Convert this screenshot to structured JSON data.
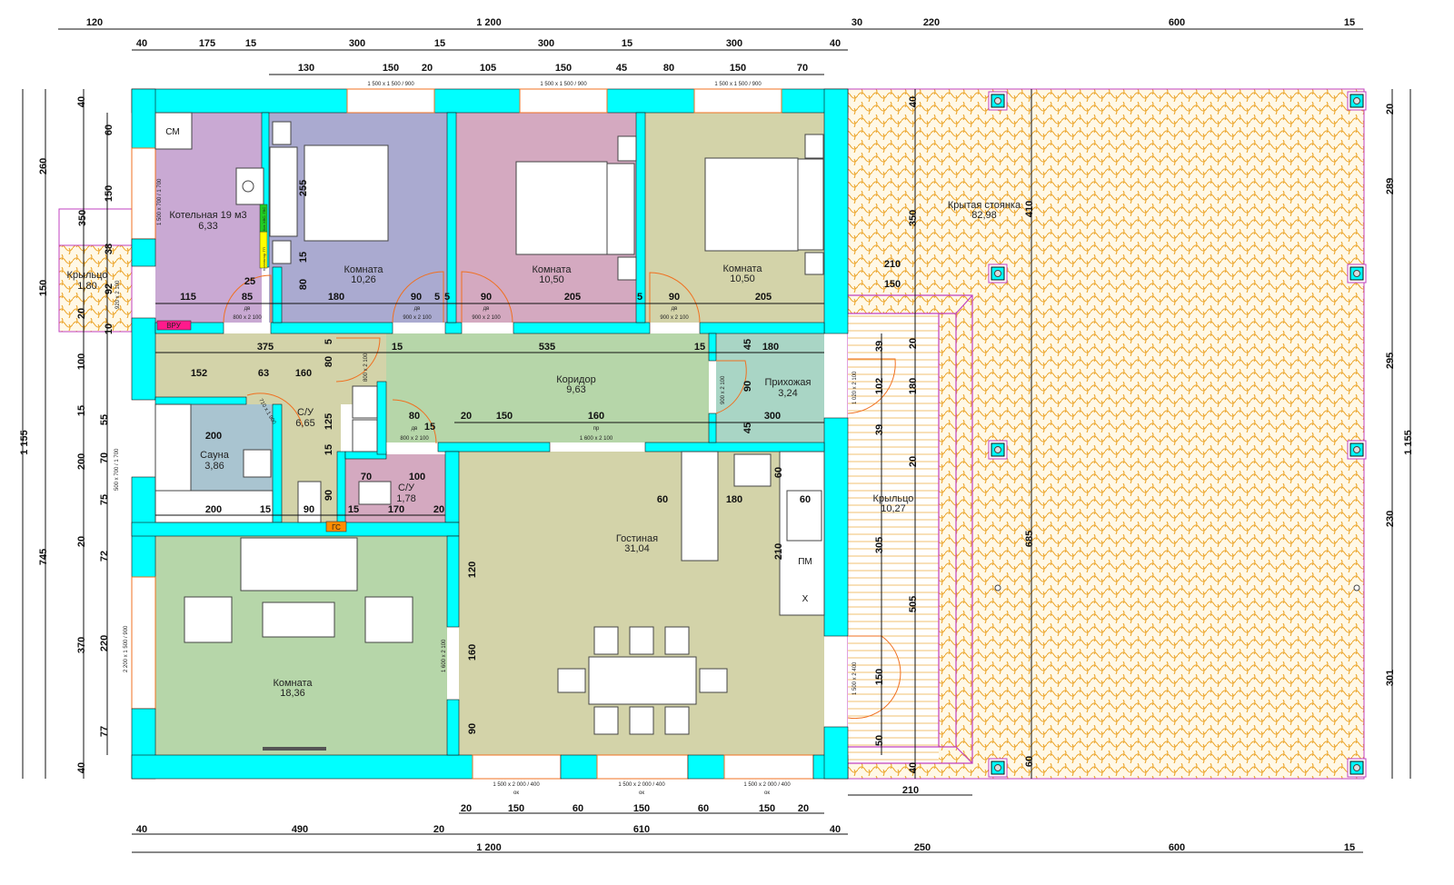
{
  "rooms": [
    {
      "name": "Котельная 19 м3",
      "area": "6,33"
    },
    {
      "name": "Комната",
      "area": "10,26"
    },
    {
      "name": "Комната",
      "area": "10,50"
    },
    {
      "name": "Комната",
      "area": "10,50"
    },
    {
      "name": "Коридор",
      "area": "9,63"
    },
    {
      "name": "Прихожая",
      "area": "3,24"
    },
    {
      "name": "С/У",
      "area": "6,65"
    },
    {
      "name": "Сауна",
      "area": "3,86"
    },
    {
      "name": "С/У",
      "area": "1,78"
    },
    {
      "name": "Комната",
      "area": "18,36"
    },
    {
      "name": "Гостиная",
      "area": "31,04"
    },
    {
      "name": "Крыльцо",
      "area": "1,80"
    },
    {
      "name": "Крыльцо",
      "area": "10,27"
    },
    {
      "name": "Крытая стоянка",
      "area": "82,98"
    }
  ],
  "equipment": {
    "washer": "СМ",
    "panel": "ВРУ",
    "gas": "ГС",
    "dishwasher": "ПМ",
    "fridge": "Х",
    "collector": "Коллектор ТП",
    "boiler_pipes": "Кот. ХВС- ГВС"
  },
  "openings": {
    "window_top": "1 500 x 1 500 / 900",
    "window_bottom": "1 500 x 2 000 / 400",
    "window_left_boiler": "1 500 x 700 / 1 700",
    "window_left_sauna": "500 x 700 / 1 700",
    "window_left_room": "2 200 x 1 500 / 900",
    "window_type": "ок",
    "door_type": "дв",
    "passage_type": "пр",
    "door_800": "800 x 2 100",
    "door_900": "900 x 2 100",
    "door_920": "920 x 2 100",
    "door_710": "710 x 1 900",
    "door_1020": "1 020 x 2 100",
    "door_1500": "1 500 x 2 400",
    "passage_1600": "1 600 x 2 100"
  },
  "dimensions": [
    "120",
    "1 200",
    "30",
    "220",
    "600",
    "15",
    "40",
    "175",
    "15",
    "300",
    "15",
    "300",
    "15",
    "300",
    "40",
    "130",
    "150",
    "20",
    "105",
    "150",
    "45",
    "80",
    "150",
    "70",
    "20",
    "150",
    "60",
    "150",
    "60",
    "150",
    "20",
    "40",
    "490",
    "20",
    "610",
    "40",
    "1 200",
    "250",
    "600",
    "15",
    "210",
    "260",
    "150",
    "1 155",
    "745",
    "40",
    "60",
    "150",
    "350",
    "38",
    "92",
    "20",
    "10",
    "100",
    "15",
    "200",
    "20",
    "370",
    "40",
    "55",
    "70",
    "75",
    "72",
    "220",
    "77",
    "20",
    "289",
    "295",
    "230",
    "301",
    "1 155",
    "410",
    "685",
    "60",
    "40",
    "350",
    "210",
    "150",
    "39",
    "20",
    "102",
    "180",
    "39",
    "20",
    "305",
    "505",
    "150",
    "50",
    "40",
    "255",
    "15",
    "80",
    "25",
    "115",
    "85",
    "180",
    "90",
    "5",
    "5",
    "90",
    "205",
    "5",
    "90",
    "205",
    "375",
    "5",
    "15",
    "535",
    "15",
    "45",
    "180",
    "80",
    "152",
    "63",
    "160",
    "90",
    "45",
    "300",
    "200",
    "125",
    "15",
    "80",
    "15",
    "20",
    "150",
    "160",
    "70",
    "100",
    "90",
    "200",
    "15",
    "90",
    "15",
    "170",
    "20",
    "60",
    "180",
    "60",
    "60",
    "210",
    "120",
    "160",
    "90"
  ]
}
